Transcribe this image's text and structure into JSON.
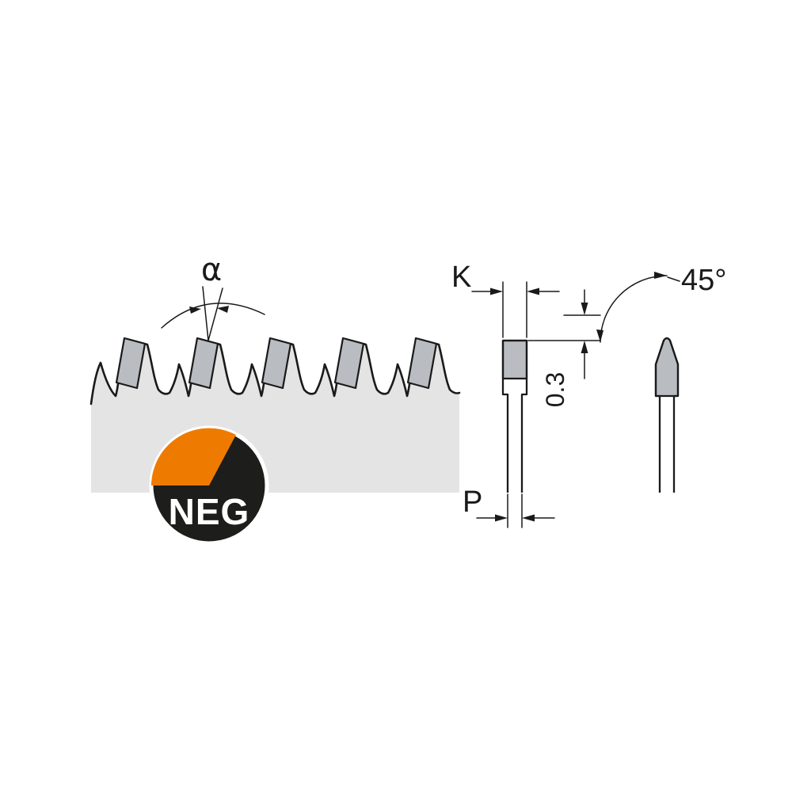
{
  "diagram": {
    "labels": {
      "hook_angle": "α",
      "badge": "NEG",
      "kerf": "K",
      "plate_thickness": "P",
      "side_clearance": "0.3",
      "chamfer_angle": "45°"
    },
    "colors": {
      "background": "#ffffff",
      "blade_body": "#e4e4e4",
      "carbide_tip": "#b9bdc2",
      "outline": "#1a1a1a",
      "badge_background": "#1d1d1b",
      "badge_accent": "#ee7b00",
      "badge_text": "#ffffff"
    }
  }
}
